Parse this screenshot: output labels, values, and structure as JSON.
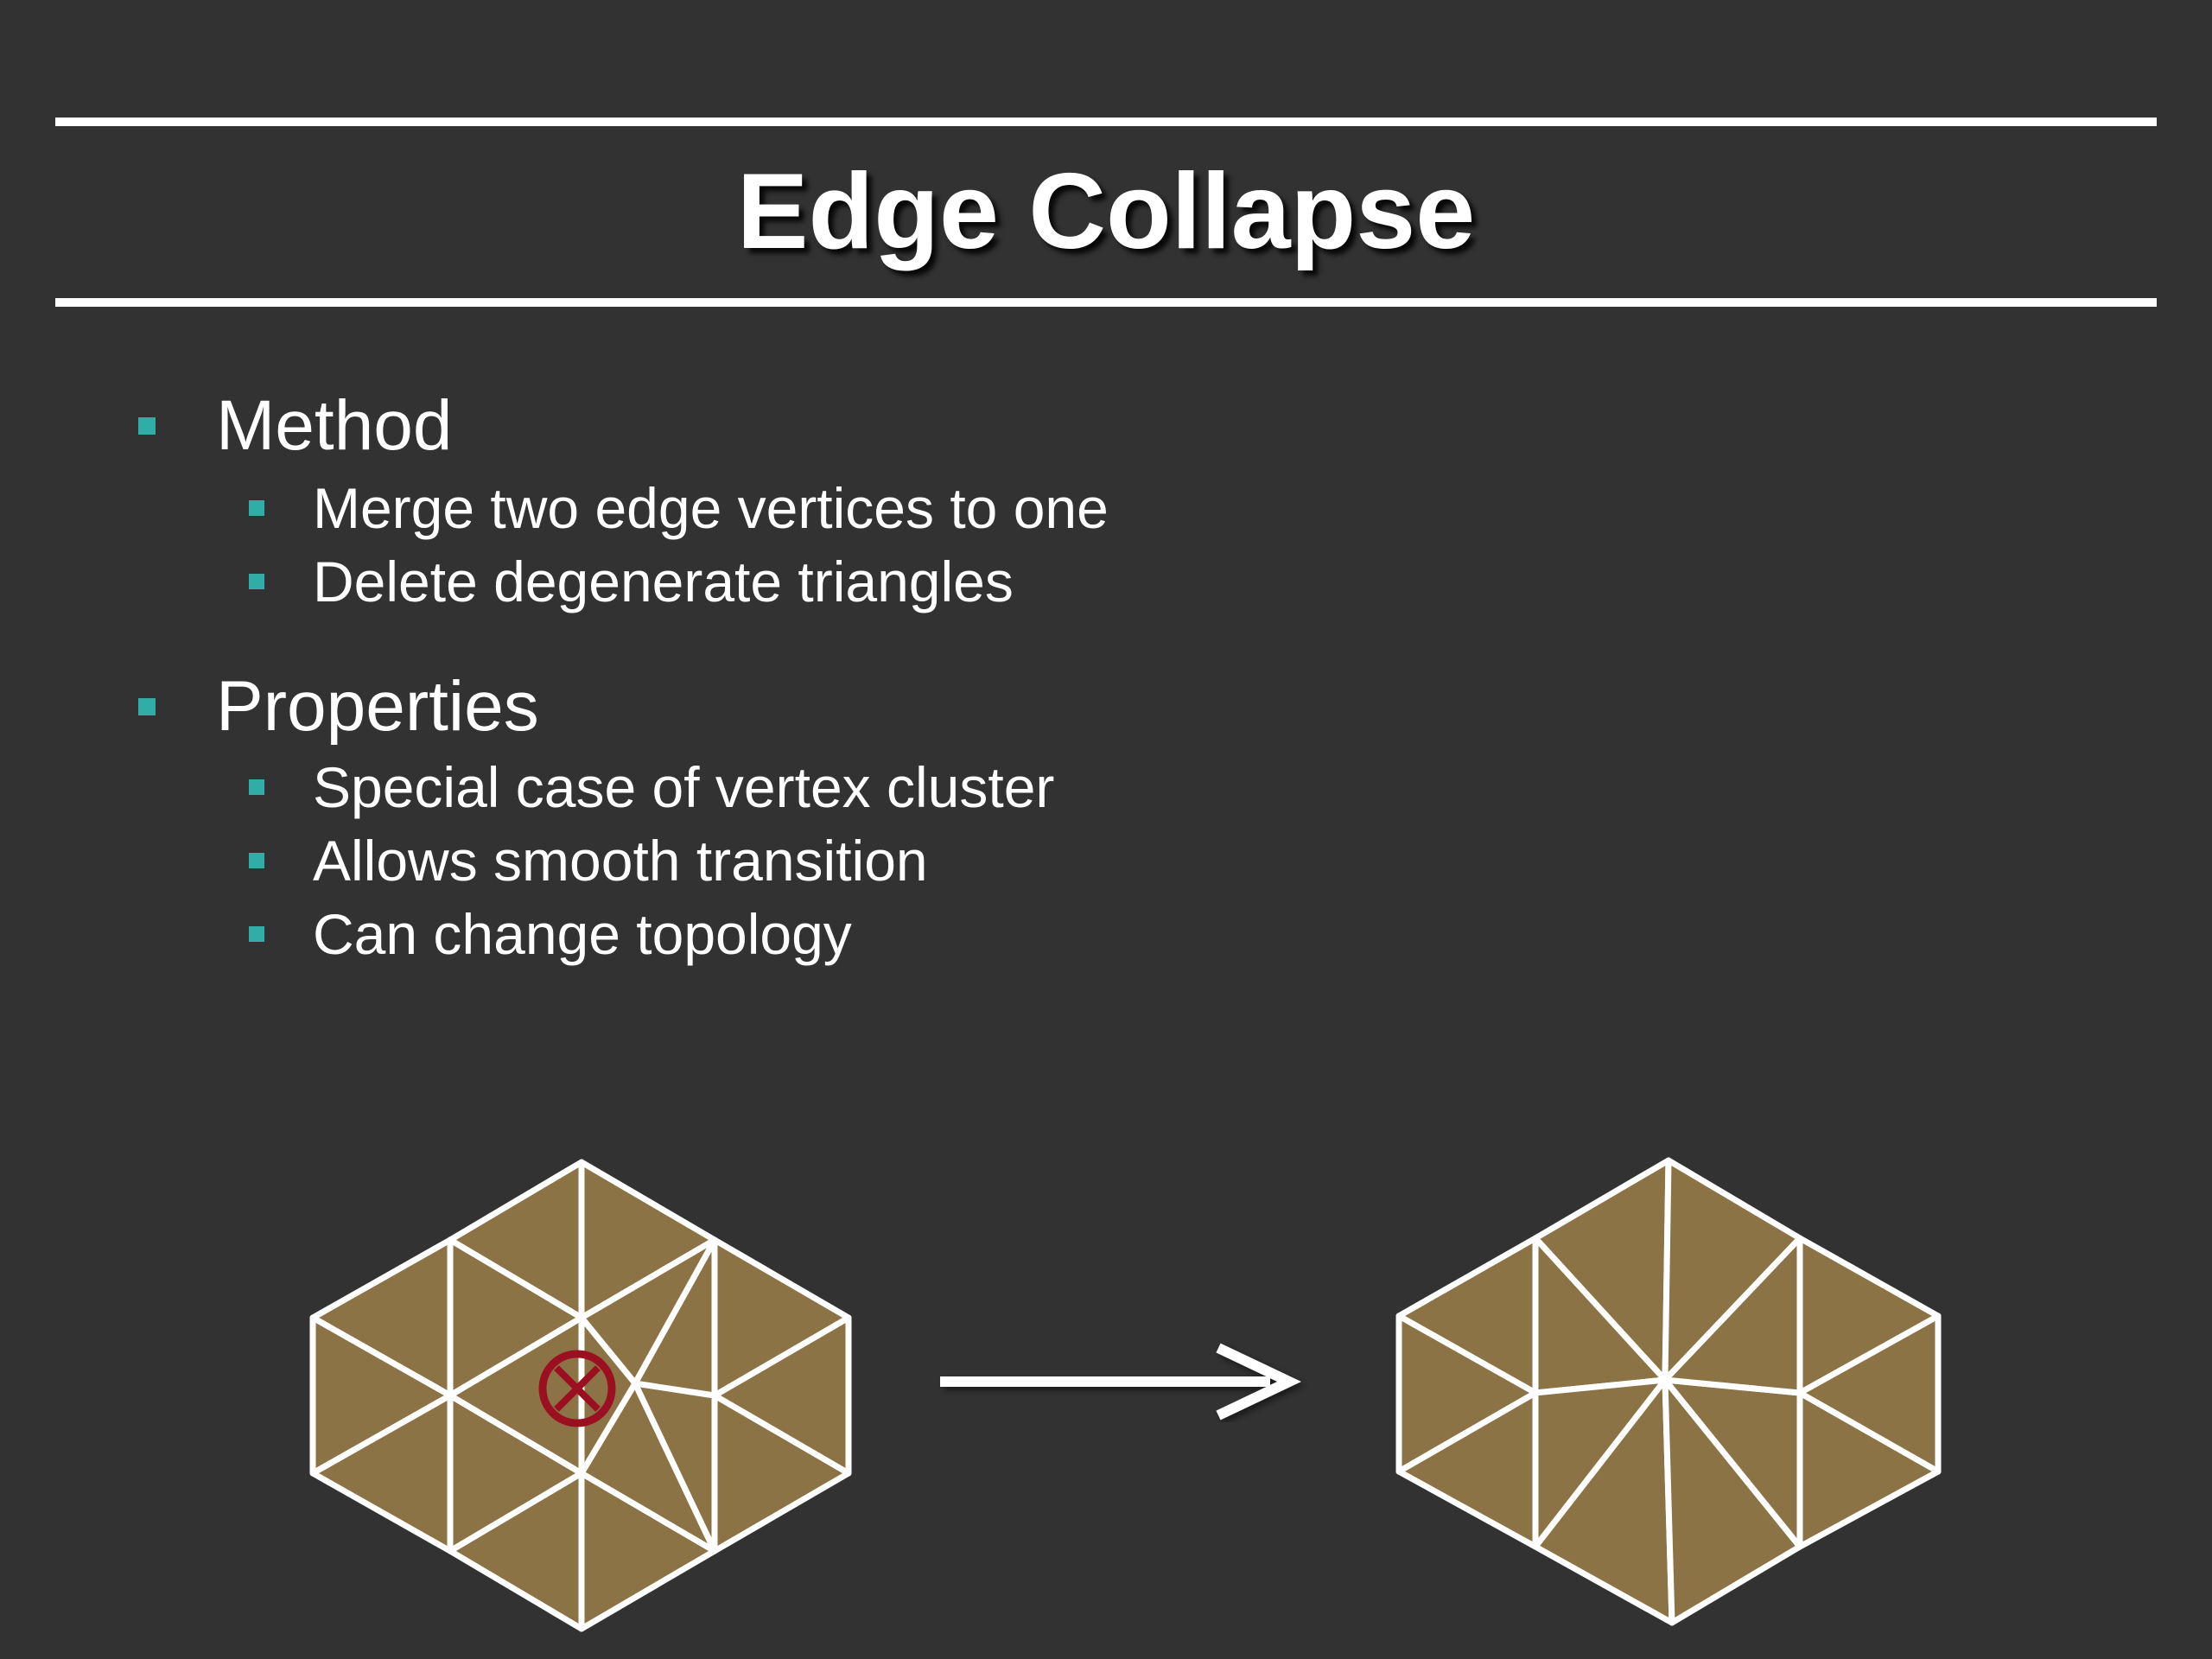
{
  "slide": {
    "title": "Edge Collapse"
  },
  "bullets": [
    {
      "label": "Method",
      "children": [
        "Merge two edge vertices to one",
        "Delete degenerate triangles"
      ]
    },
    {
      "label": "Properties",
      "children": [
        "Special case of vertex cluster",
        "Allows smooth transition",
        "Can change topology"
      ]
    }
  ],
  "colors": {
    "background": "#323232",
    "bullet_square": "#2fada6",
    "triangle_fill": "#8b7345",
    "mesh_edge": "#ffffff",
    "collapse_marker": "#9b1020"
  },
  "icons": {
    "collapse_marker": "circled-x-icon",
    "transition": "right-arrow-icon"
  }
}
